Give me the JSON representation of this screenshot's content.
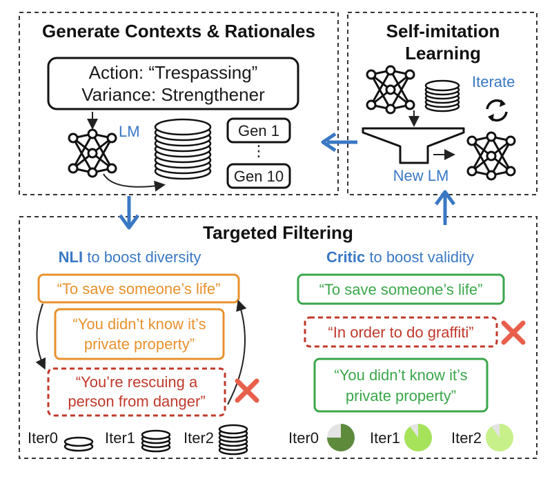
{
  "panels": {
    "generate": {
      "title": "Generate Contexts & Rationales",
      "action_line": "Action: “Trespassing”",
      "variance_line": "Variance: Strengthener",
      "lm_label": "LM",
      "gen_first": "Gen 1",
      "gen_dots": "⋮",
      "gen_last": "Gen 10"
    },
    "self_imitation": {
      "title_line1": "Self-imitation",
      "title_line2": "Learning",
      "iterate_label": "Iterate",
      "new_lm_label": "New LM"
    },
    "filtering": {
      "title": "Targeted Filtering",
      "nli": {
        "heading_bold": "NLI",
        "heading_rest": " to boost diversity",
        "quote1": "“To save someone’s life”",
        "quote2_line1": "“You didn’t know it’s",
        "quote2_line2": "private property”",
        "quote3_line1": "“You’re rescuing a",
        "quote3_line2": "person from danger”"
      },
      "critic": {
        "heading_bold": "Critic",
        "heading_rest": " to boost validity",
        "quote1": "“To save someone’s life”",
        "quote2": "“In order to do graffiti”",
        "quote3_line1": "“You didn’t know it’s",
        "quote3_line2": "private property”"
      },
      "iters_left": [
        "Iter0",
        "Iter1",
        "Iter2"
      ],
      "iters_right": [
        "Iter0",
        "Iter1",
        "Iter2"
      ],
      "pie_fractions": [
        0.75,
        0.9,
        0.9
      ]
    }
  },
  "colors": {
    "blue": "#3a78c4",
    "orange": "#e8912e",
    "green": "#3aa64a",
    "red": "#c0392b",
    "dark_green": "#5e8a3c",
    "light_green": "#a6e35b",
    "pale_green": "#c8f08a"
  },
  "icons": [
    "neural-network-icon",
    "database-icon",
    "funnel-icon",
    "refresh-icon",
    "cross-icon"
  ]
}
